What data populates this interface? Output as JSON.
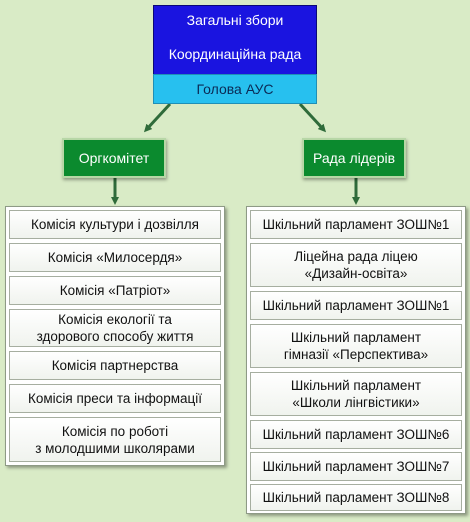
{
  "top": {
    "line1": "Загальні збори",
    "line2": "Координаційна рада",
    "head": "Голова АУС"
  },
  "left": {
    "title": "Оргкомітет",
    "items": [
      "Комісія культури і дозвілля",
      "Комісія «Милосердя»",
      "Комісія «Патріот»",
      "Комісія екології та\nздорового способу життя",
      "Комісія партнерства",
      "Комісія преси та інформації",
      "Комісія по роботі\nз молодшими школярами"
    ]
  },
  "right": {
    "title": "Рада лідерів",
    "items": [
      "Шкільний парламент ЗОШ№1",
      "Ліцейна рада ліцею\n«Дизайн-освіта»",
      "Шкільний парламент ЗОШ№1",
      "Шкільний парламент\nгімназії «Перспектива»",
      "Шкільний парламент\n«Школи лінгвістики»",
      "Шкільний парламент ЗОШ№6",
      "Шкільний парламент ЗОШ№7",
      "Шкільний парламент ЗОШ№8"
    ]
  },
  "colors": {
    "background": "#d9ebc6",
    "top_box": "#1a14e0",
    "head_box": "#27c0ef",
    "group_box": "#0b8a2e",
    "arrow": "#2f6b3a"
  }
}
